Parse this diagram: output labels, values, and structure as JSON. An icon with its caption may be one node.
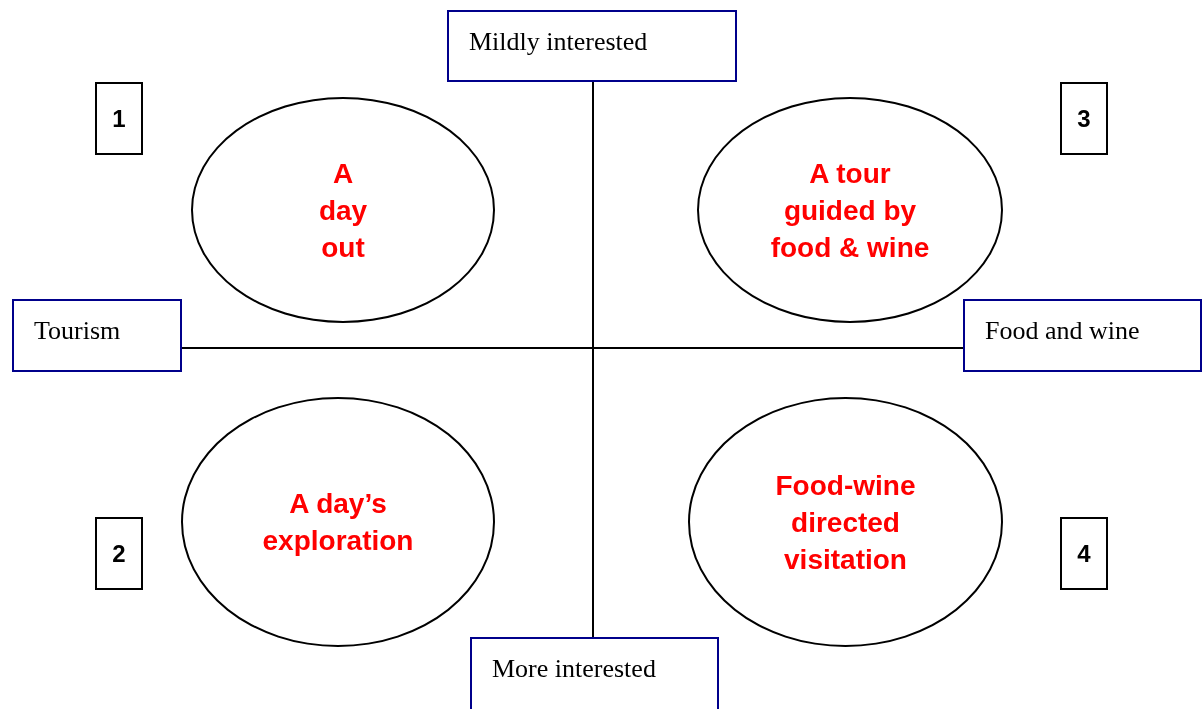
{
  "diagram": {
    "nodes": [
      {
        "text": [
          "Mildly interested"
        ]
      },
      {
        "text": [
          "1"
        ]
      },
      {
        "text": [
          "A day out"
        ]
      },
      {
        "text": [
          "A tour guided by food & wine"
        ]
      },
      {
        "text": [
          "3"
        ]
      },
      {
        "text": [
          "Tourism"
        ]
      },
      {
        "text": [
          "Food and wine"
        ]
      },
      {
        "text": [
          "2"
        ]
      },
      {
        "text": [
          "A day’s exploration"
        ]
      },
      {
        "text": [
          "Food-wine directed visitation"
        ]
      },
      {
        "text": [
          "4"
        ]
      },
      {
        "text": [
          "More interested"
        ]
      }
    ],
    "edges": [
      {
        "from": 0,
        "to": 11,
        "arrow": "none"
      },
      {
        "from": 5,
        "to": 6,
        "arrow": "none"
      }
    ]
  }
}
